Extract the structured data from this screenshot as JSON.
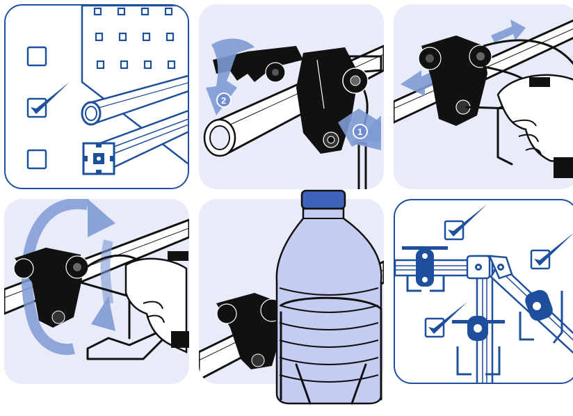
{
  "panels": [
    {
      "name": "step-1-choose-mount"
    },
    {
      "name": "step-2-attach-clamp"
    },
    {
      "name": "step-3-tighten-screw"
    },
    {
      "name": "step-4-rotate-holder"
    },
    {
      "name": "step-5-insert-bottle"
    },
    {
      "name": "step-6-mount-options"
    }
  ],
  "markers": {
    "step_one": "1",
    "step_two": "2"
  },
  "colors": {
    "panel_bg": "#e8ebf8",
    "accent_blue": "#1d4f9c",
    "arrow_blue": "#7e9ad4",
    "outline": "#111111"
  }
}
